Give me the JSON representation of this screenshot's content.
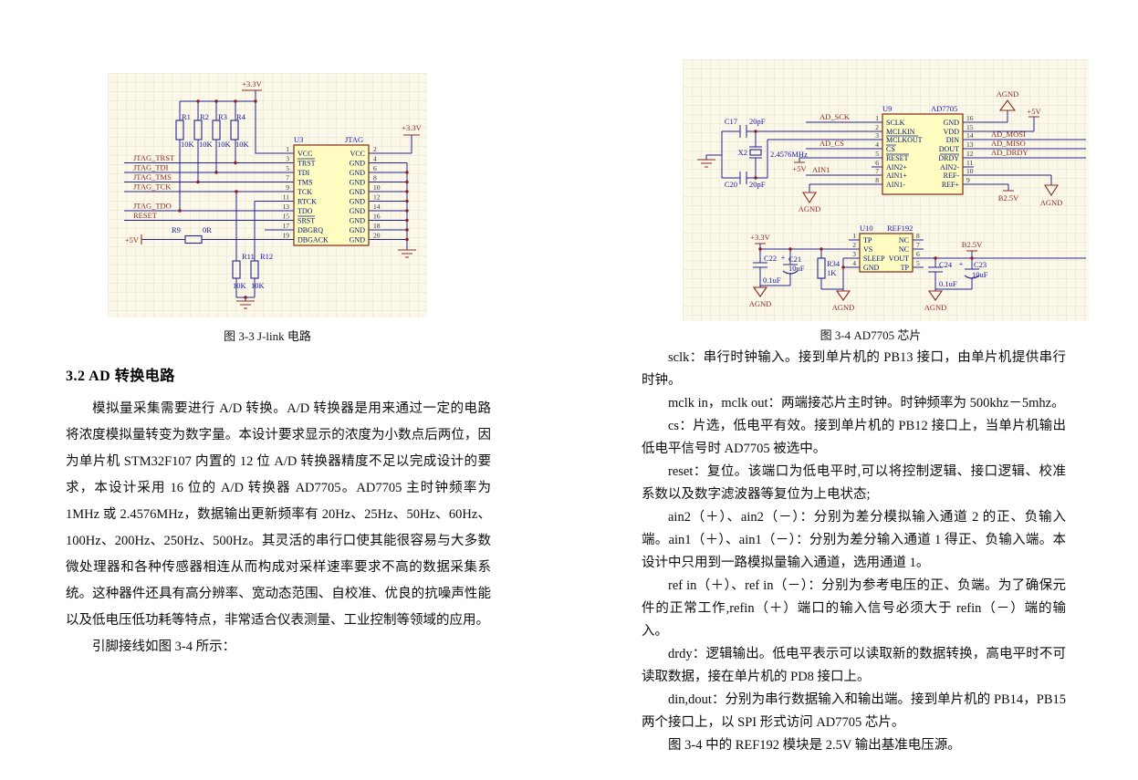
{
  "colors": {
    "wire": "#23238f",
    "chip_fill": "#fffcc2",
    "chip_border": "#7b2b10",
    "net_label": "#8b2b20",
    "designator": "#1717a3",
    "pin_name": "#001478",
    "sheet_bg": "#fbf8e9",
    "grid": "#f0ecda"
  },
  "left_column": {
    "figure_caption": "图 3-3 J-link 电路",
    "heading": "3.2 AD 转换电路",
    "paragraphs": [
      "模拟量采集需要进行 A/D 转换。A/D 转换器是用来通过一定的电路将浓度模拟量转变为数字量。本设计要求显示的浓度为小数点后两位，因为单片机 STM32F107 内置的 12 位 A/D 转换器精度不足以完成设计的要求，本设计采用 16 位的 A/D 转换器 AD7705。AD7705 主时钟频率为 1MHz 或 2.4576MHz，数据输出更新频率有 20Hz、25Hz、50Hz、60Hz、100Hz、200Hz、250Hz、500Hz。其灵活的串行口使其能很容易与大多数微处理器和各种传感器相连从而构成对采样速率要求不高的数据采集系统。这种器件还具有高分辨率、宽动态范围、自校准、优良的抗噪声性能以及低电压低功耗等特点，非常适合仪表测量、工业控制等领域的应用。",
      "引脚接线如图 3-4 所示："
    ]
  },
  "right_column": {
    "figure_caption": "图 3-4 AD7705 芯片",
    "paragraphs": [
      "sclk：串行时钟输入。接到单片机的 PB13 接口，由单片机提供串行时钟。",
      "mclk in，mclk out：两端接芯片主时钟。时钟频率为 500khz－5mhz。",
      "cs：片选，低电平有效。接到单片机的 PB12 接口上，当单片机输出低电平信号时 AD7705 被选中。",
      "reset：复位。该端口为低电平时,可以将控制逻辑、接口逻辑、校准系数以及数字滤波器等复位为上电状态;",
      "ain2（＋）、ain2（－）：分别为差分模拟输入通道 2 的正、负输入端。ain1（＋）、ain1（－）：分别为差分输入通道 1 得正、负输入端。本设计中只用到一路模拟量输入通道，选用通道 1。",
      "ref in（＋）、ref in（－）：分别为参考电压的正、负端。为了确保元件的正常工作,refin（＋）端口的输入信号必须大于 refin（－）端的输入。",
      "drdy：逻辑输出。低电平表示可以读取新的数据转换，高电平时不可读取数据，接在单片机的 PD8 接口上。",
      "din,dout：分别为串行数据输入和输出端。接到单片机的 PB14，PB15 两个接口上，以 SPI 形式访问 AD7705 芯片。",
      "图 3-4 中的 REF192 模块是 2.5V 输出基准电压源。"
    ]
  },
  "fig33": {
    "power": {
      "v33": "+3.3V",
      "v5": "+5V"
    },
    "nets": [
      "JTAG_TRST",
      "JTAG_TDI",
      "JTAG_TMS",
      "JTAG_TCK",
      "JTAG_TDO",
      "RESET"
    ],
    "resistors": {
      "r1": {
        "ref": "R1",
        "val": "10K"
      },
      "r2": {
        "ref": "R2",
        "val": "10K"
      },
      "r3": {
        "ref": "R3",
        "val": "10K"
      },
      "r4": {
        "ref": "R4",
        "val": "10K"
      },
      "r9": {
        "ref": "R9",
        "val": "0R"
      },
      "r11": {
        "ref": "R11",
        "val": "10K"
      },
      "r12": {
        "ref": "R12",
        "val": "10K"
      }
    },
    "chip": {
      "ref": "U3",
      "part": "JTAG",
      "left": [
        {
          "n": "1",
          "name": "VCC"
        },
        {
          "n": "3",
          "name": "TRST"
        },
        {
          "n": "5",
          "name": "TDI"
        },
        {
          "n": "7",
          "name": "TMS"
        },
        {
          "n": "9",
          "name": "TCK"
        },
        {
          "n": "11",
          "name": "RTCK"
        },
        {
          "n": "13",
          "name": "TDO"
        },
        {
          "n": "15",
          "name": "SRST"
        },
        {
          "n": "17",
          "name": "DBGRQ"
        },
        {
          "n": "19",
          "name": "DBGACK"
        }
      ],
      "right": [
        {
          "n": "2",
          "name": "VCC"
        },
        {
          "n": "4",
          "name": "GND"
        },
        {
          "n": "6",
          "name": "GND"
        },
        {
          "n": "8",
          "name": "GND"
        },
        {
          "n": "10",
          "name": "GND"
        },
        {
          "n": "12",
          "name": "GND"
        },
        {
          "n": "14",
          "name": "GND"
        },
        {
          "n": "16",
          "name": "GND"
        },
        {
          "n": "18",
          "name": "GND"
        },
        {
          "n": "20",
          "name": "GND"
        }
      ]
    }
  },
  "fig34": {
    "power": {
      "v33": "+3.3V",
      "v5": "+5V",
      "agnd": "AGND",
      "b25": "B2.5V"
    },
    "nets": {
      "sck": "AD_SCK",
      "cs": "AD_CS",
      "ain1": "AIN1",
      "mosi": "AD_MOSI",
      "miso": "AD_MISO",
      "drdy": "AD_DRDY"
    },
    "crystal": {
      "ref": "X2",
      "val": "2.4576MHz"
    },
    "polarity_mark": "+",
    "caps": {
      "c17": {
        "ref": "C17",
        "val": "20pF"
      },
      "c20": {
        "ref": "C20",
        "val": "20pF"
      },
      "c21": {
        "ref": "C21",
        "val": "10uF"
      },
      "c22": {
        "ref": "C22",
        "val": "0.1uF"
      },
      "c23": {
        "ref": "C23",
        "val": "10uF"
      },
      "c24": {
        "ref": "C24",
        "val": "0.1uF"
      }
    },
    "resistors": {
      "r34": {
        "ref": "R34",
        "val": "1K"
      }
    },
    "u9": {
      "ref": "U9",
      "part": "AD7705",
      "left": [
        {
          "n": "1",
          "name": "SCLK"
        },
        {
          "n": "2",
          "name": "MCLKIN"
        },
        {
          "n": "3",
          "name": "MCLKOUT"
        },
        {
          "n": "4",
          "name": "CS"
        },
        {
          "n": "5",
          "name": "RESET"
        },
        {
          "n": "6",
          "name": "AIN2+"
        },
        {
          "n": "7",
          "name": "AIN1+"
        },
        {
          "n": "8",
          "name": "AIN1-"
        }
      ],
      "right": [
        {
          "n": "16",
          "name": "GND"
        },
        {
          "n": "15",
          "name": "VDD"
        },
        {
          "n": "14",
          "name": "DIN"
        },
        {
          "n": "13",
          "name": "DOUT"
        },
        {
          "n": "12",
          "name": "DRDY"
        },
        {
          "n": "11",
          "name": "AIN2-"
        },
        {
          "n": "10",
          "name": "REF-"
        },
        {
          "n": "9",
          "name": "REF+"
        }
      ]
    },
    "u10": {
      "ref": "U10",
      "part": "REF192",
      "left": [
        {
          "n": "1",
          "name": "TP"
        },
        {
          "n": "2",
          "name": "VS"
        },
        {
          "n": "3",
          "name": "SLEEP"
        },
        {
          "n": "4",
          "name": "GND"
        }
      ],
      "right": [
        {
          "n": "8",
          "name": "NC"
        },
        {
          "n": "7",
          "name": "NC"
        },
        {
          "n": "6",
          "name": "VOUT"
        },
        {
          "n": "5",
          "name": "TP"
        }
      ]
    }
  }
}
